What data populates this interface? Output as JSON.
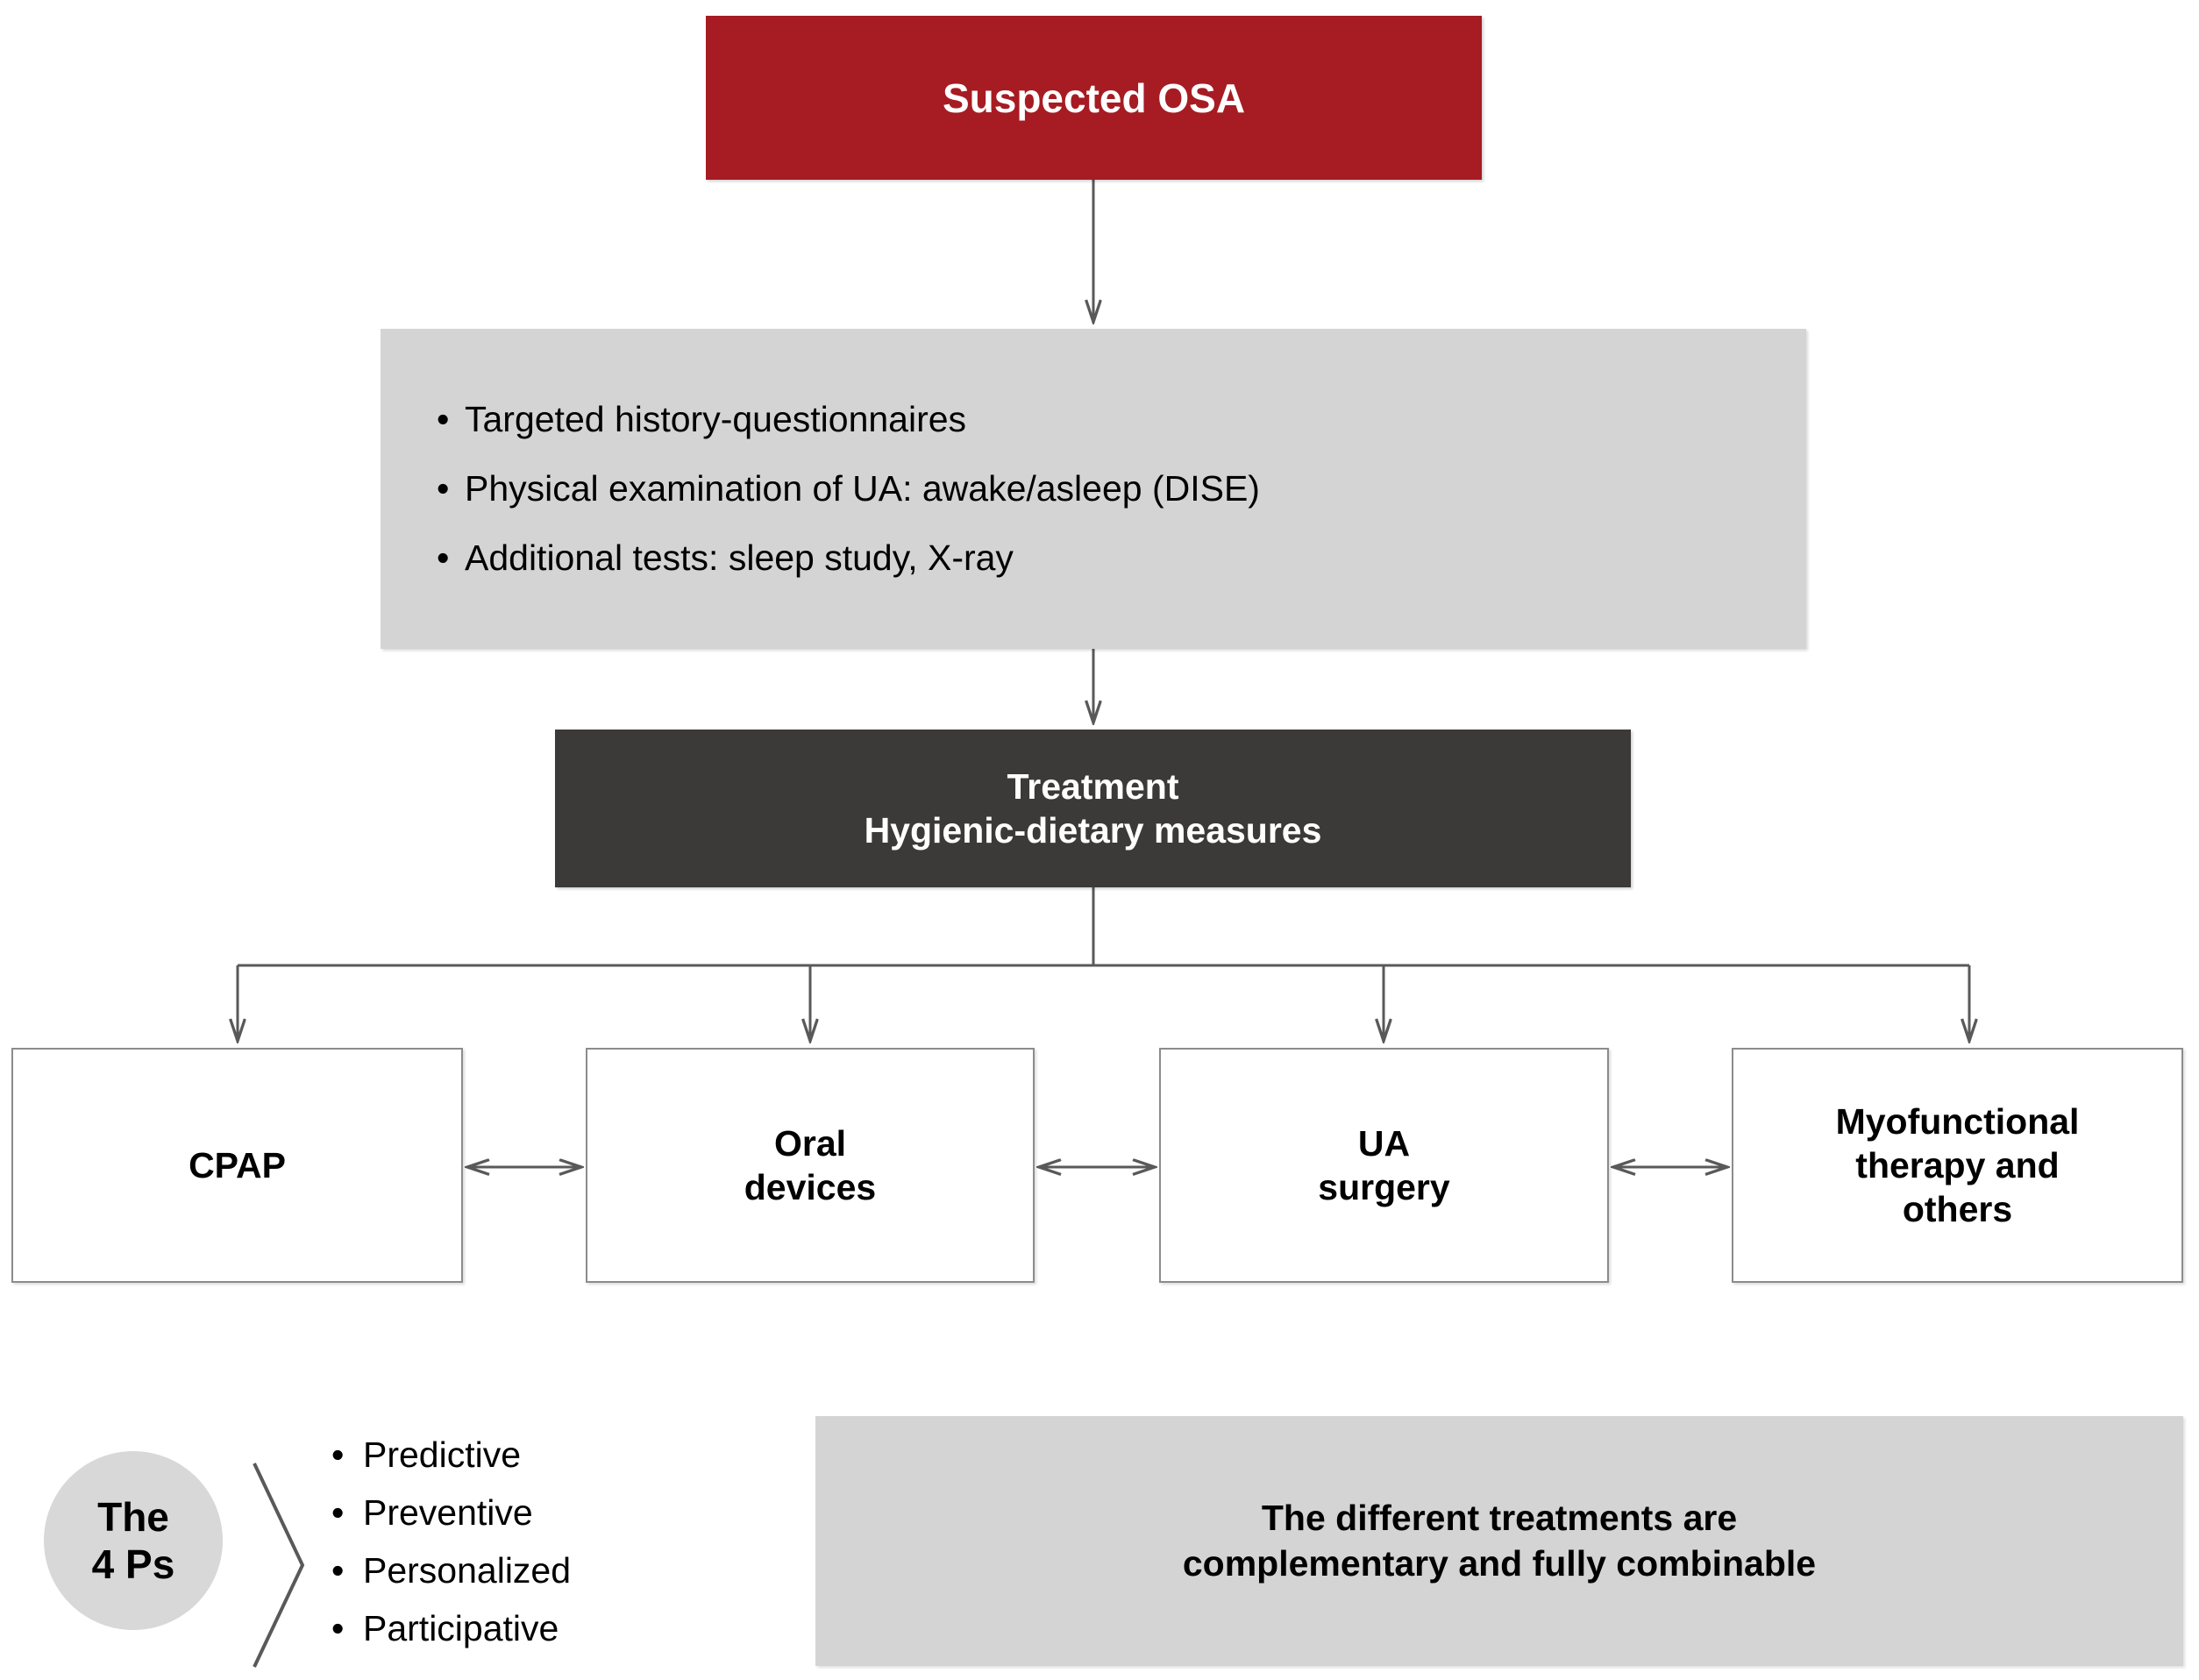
{
  "diagram": {
    "title": "OSA diagnosis and treatment flowchart",
    "colors": {
      "primary_red": "#a61c22",
      "workup_gray": "#d4d4d4",
      "treatment_dark": "#3b3a39",
      "box_border": "#8c8c8c",
      "connector": "#595959",
      "circle_gray": "#d8d8d8",
      "text_light": "#ffffff",
      "text_dark": "#000000"
    },
    "nodes": {
      "suspected": {
        "label": "Suspected OSA"
      },
      "workup": {
        "bullet_glyph": "•",
        "items": [
          "Targeted history-questionnaires",
          "Physical examination of UA: awake/asleep (DISE)",
          "Additional tests: sleep study, X-ray"
        ]
      },
      "treatment": {
        "line1": "Treatment",
        "line2": "Hygienic-dietary measures"
      },
      "options": [
        {
          "id": "cpap",
          "line1": "CPAP",
          "line2": "",
          "line3": ""
        },
        {
          "id": "oral",
          "line1": "Oral",
          "line2": "devices",
          "line3": ""
        },
        {
          "id": "ua",
          "line1": "UA",
          "line2": "surgery",
          "line3": ""
        },
        {
          "id": "myo",
          "line1": "Myofunctional",
          "line2": "therapy and",
          "line3": "others"
        }
      ]
    },
    "four_ps": {
      "circle_line1": "The",
      "circle_line2": "4 Ps",
      "bullet_glyph": "•",
      "items": [
        "Predictive",
        "Preventive",
        "Personalized",
        "Participative"
      ]
    },
    "note": {
      "line1": "The different treatments are",
      "line2": "complementary and fully combinable"
    }
  }
}
